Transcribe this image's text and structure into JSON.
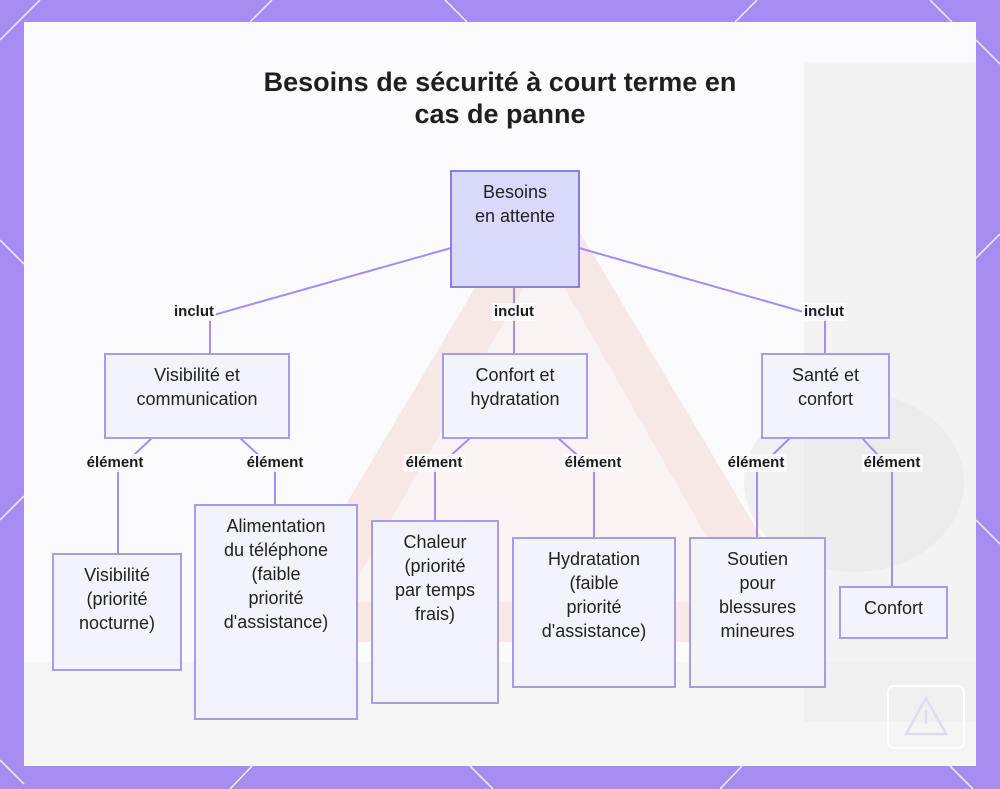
{
  "title_lines": [
    "Besoins de sécurité à court terme en",
    "cas de panne"
  ],
  "root": {
    "lines": [
      "Besoins",
      "en attente"
    ]
  },
  "categories": [
    {
      "lines": [
        "Visibilité et",
        "communication"
      ]
    },
    {
      "lines": [
        "Confort et",
        "hydratation"
      ]
    },
    {
      "lines": [
        "Santé et",
        "confort"
      ]
    }
  ],
  "items": [
    {
      "lines": [
        "Visibilité",
        "(priorité",
        "nocturne)"
      ]
    },
    {
      "lines": [
        "Alimentation",
        "du téléphone",
        "(faible",
        "priorité",
        "d'assistance)"
      ]
    },
    {
      "lines": [
        "Chaleur",
        "(priorité",
        "par temps",
        "frais)"
      ]
    },
    {
      "lines": [
        "Hydratation",
        "(faible",
        "priorité",
        "d'assistance)"
      ]
    },
    {
      "lines": [
        "Soutien",
        "pour",
        "blessures",
        "mineures"
      ]
    },
    {
      "lines": [
        "Confort"
      ]
    }
  ],
  "edge_labels": {
    "includes": "inclut",
    "element": "élément"
  },
  "colors": {
    "frame": "#a48cf0",
    "edge": "#a48cf0",
    "node_fill": "#f3f3fb",
    "root_fill": "#d9d9fb",
    "node_border": "#a89be8"
  }
}
